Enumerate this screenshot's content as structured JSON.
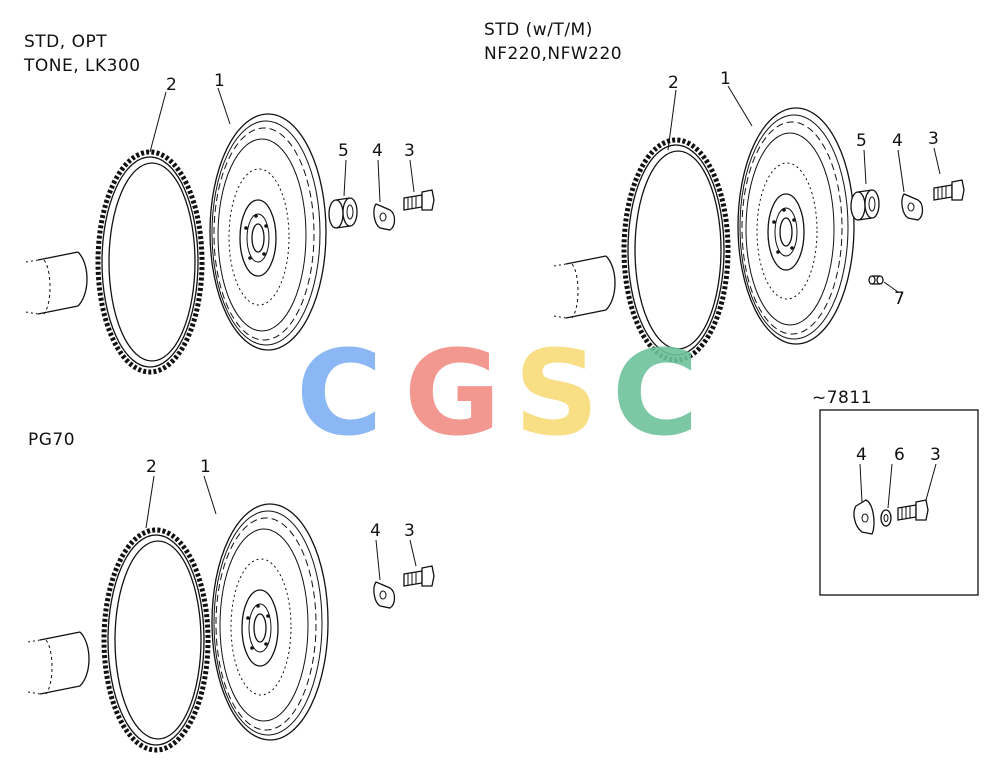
{
  "groups": {
    "top_left": {
      "label_line1": "STD, OPT",
      "label_line2": "TONE, LK300"
    },
    "top_right": {
      "label_line1": "STD (w/T/M)",
      "label_line2": "NF220,NFW220"
    },
    "bottom_left": {
      "label_line1": "PG70"
    },
    "inset": {
      "label": "~7811"
    }
  },
  "callouts": {
    "tl": {
      "n1": "1",
      "n2": "2",
      "n3": "3",
      "n4": "4",
      "n5": "5"
    },
    "tr": {
      "n1": "1",
      "n2": "2",
      "n3": "3",
      "n4": "4",
      "n5": "5",
      "n7": "7"
    },
    "bl": {
      "n1": "1",
      "n2": "2",
      "n3": "3",
      "n4": "4"
    },
    "inset": {
      "n3": "3",
      "n4": "4",
      "n6": "6"
    }
  },
  "watermark": {
    "letters": [
      "C",
      "G",
      "S",
      "C"
    ],
    "colors": [
      "#7fb0f5",
      "#f28c86",
      "#f8dc7a",
      "#6fc39b"
    ]
  }
}
